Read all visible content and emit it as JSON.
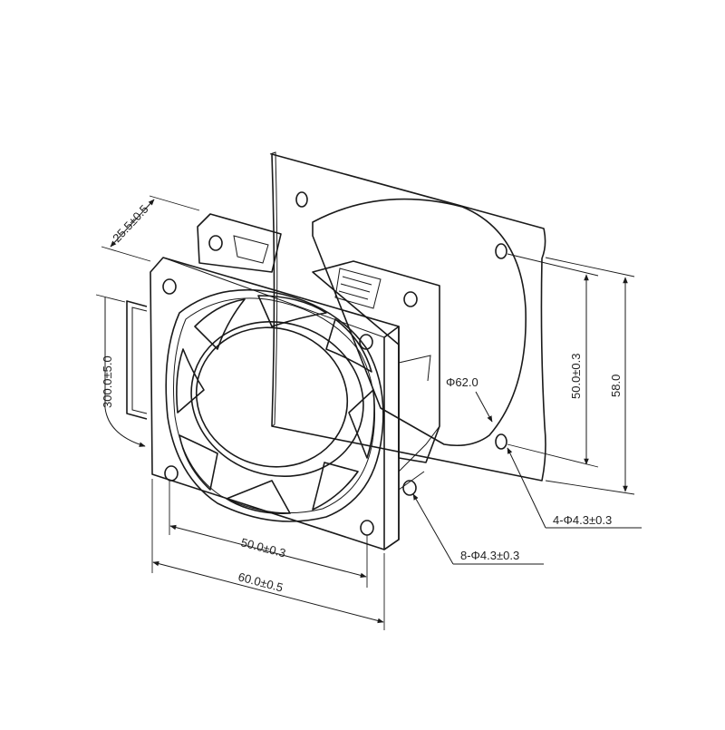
{
  "colors": {
    "body_fill": "#f4f4f4",
    "gasket_fill": "#a9a9a9",
    "hub_fill": "#999999",
    "line": "#1a1a1a"
  },
  "dimensions": {
    "depth": "25.5±0.5",
    "cable_length": "300.0±5.0",
    "hole_spacing_front": "50.0±0.3",
    "frame_width": "60.0±0.5",
    "diameter": "Φ62.0",
    "hole_spacing_side": "50.0±0.3",
    "guard_height": "58.0",
    "guard_holes": "4-Φ4.3±0.3",
    "frame_holes": "8-Φ4.3±0.3"
  }
}
